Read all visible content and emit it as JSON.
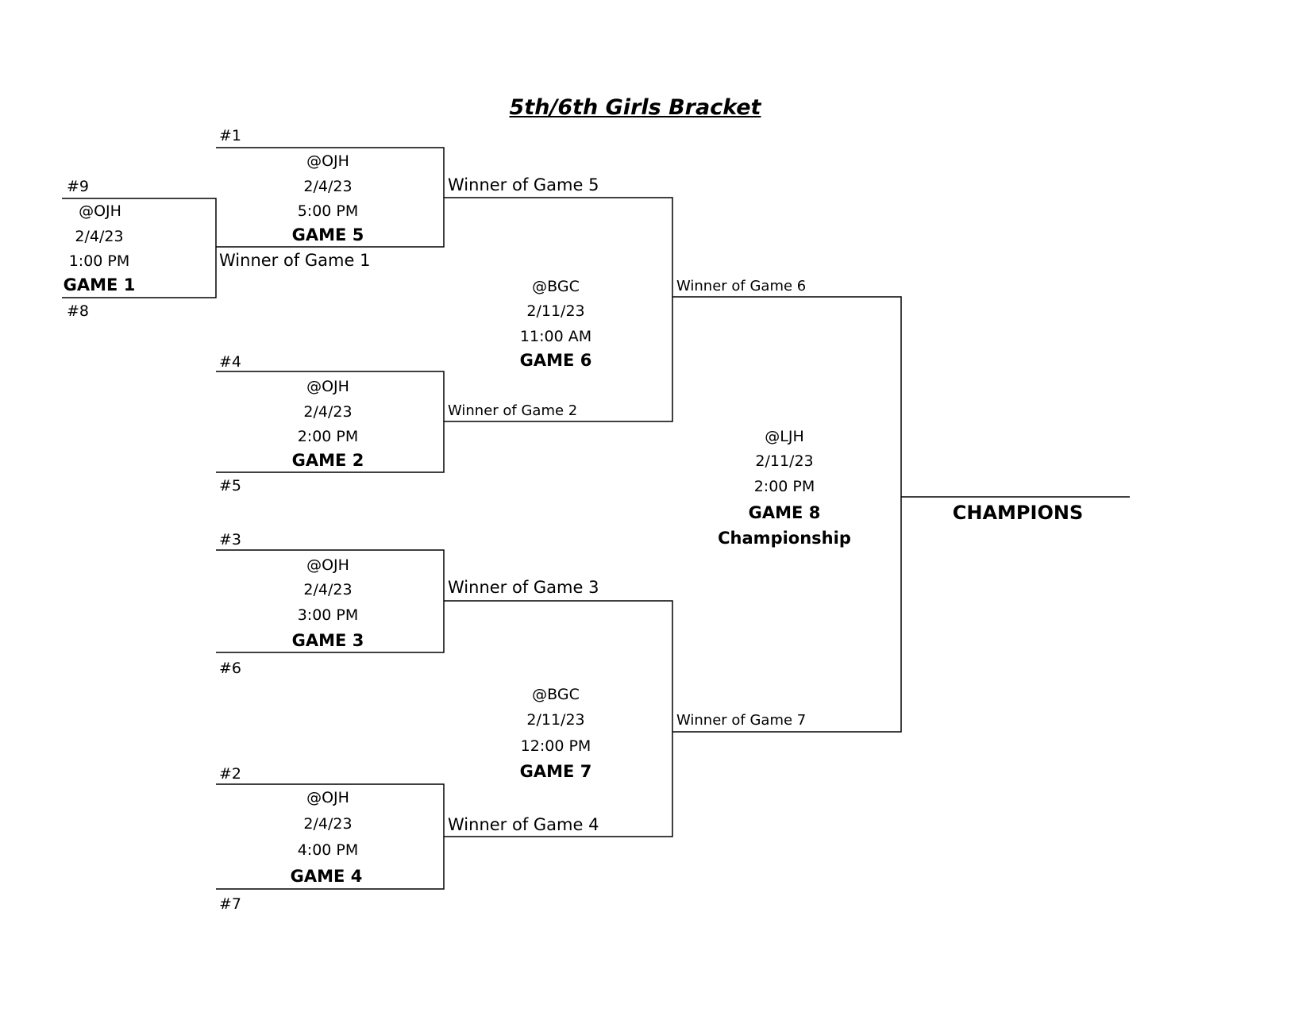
{
  "title": "5th/6th Girls Bracket",
  "seeds": {
    "s1": "#1",
    "s2": "#2",
    "s3": "#3",
    "s4": "#4",
    "s5": "#5",
    "s6": "#6",
    "s7": "#7",
    "s8": "#8",
    "s9": "#9"
  },
  "games": {
    "g1": {
      "venue": "@OJH",
      "date": "2/4/23",
      "time": "1:00 PM",
      "label": "GAME 1"
    },
    "g2": {
      "venue": "@OJH",
      "date": "2/4/23",
      "time": "2:00 PM",
      "label": "GAME 2"
    },
    "g3": {
      "venue": "@OJH",
      "date": "2/4/23",
      "time": "3:00 PM",
      "label": "GAME 3"
    },
    "g4": {
      "venue": "@OJH",
      "date": "2/4/23",
      "time": "4:00 PM",
      "label": "GAME 4"
    },
    "g5": {
      "venue": "@OJH",
      "date": "2/4/23",
      "time": "5:00 PM",
      "label": "GAME 5"
    },
    "g6": {
      "venue": "@BGC",
      "date": "2/11/23",
      "time": "11:00 AM",
      "label": "GAME 6"
    },
    "g7": {
      "venue": "@BGC",
      "date": "2/11/23",
      "time": "12:00 PM",
      "label": "GAME 7"
    },
    "g8": {
      "venue": "@LJH",
      "date": "2/11/23",
      "time": "2:00 PM",
      "label": "GAME 8",
      "sublabel": "Championship"
    }
  },
  "winners": {
    "w1": "Winner of Game 1",
    "w2": "Winner of Game 2",
    "w3": "Winner of Game 3",
    "w4": "Winner of Game 4",
    "w5": "Winner of Game 5",
    "w6": "Winner of Game 6",
    "w7": "Winner of Game 7"
  },
  "champions": "CHAMPIONS"
}
